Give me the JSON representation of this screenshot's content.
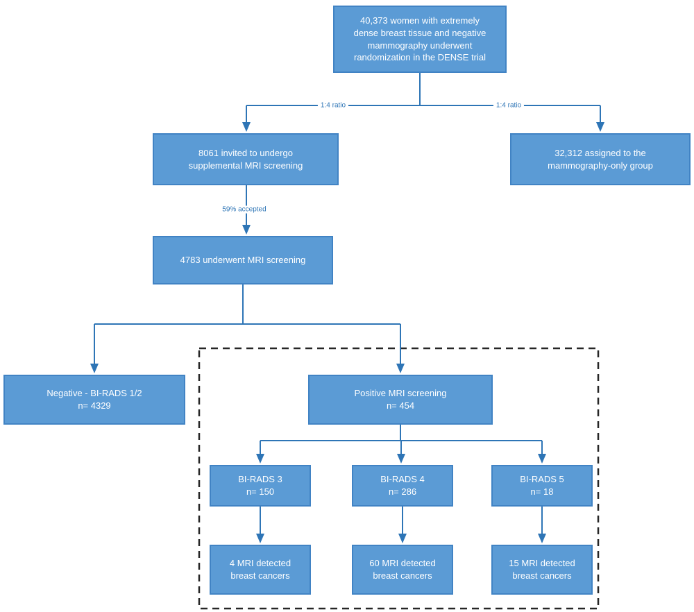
{
  "diagram": {
    "description": "DENSE trial participant flow diagram",
    "colors": {
      "background": "#ffffff",
      "box_fill": "#5b9bd5",
      "box_border": "#4183c4",
      "box_text": "#ffffff",
      "connector": "#2e75b6",
      "label_text": "#2e75b6",
      "dashed_box_border": "#262626"
    },
    "nodes": {
      "randomized": {
        "text": "40,373 women with extremely dense breast tissue and negative mammography underwent randomization in the DENSE trial"
      },
      "invited": {
        "text": "8061 invited to undergo supplemental MRI screening"
      },
      "mammography_only": {
        "text": "32,312 assigned to the mammography-only group"
      },
      "mri_screened": {
        "text": "4783 underwent MRI screening"
      },
      "negative": {
        "line1": "Negative - BI-RADS 1/2",
        "line2": "n= 4329"
      },
      "positive": {
        "line1": "Positive MRI screening",
        "line2": "n= 454"
      },
      "birads3": {
        "line1": "BI-RADS 3",
        "line2": "n= 150"
      },
      "birads4": {
        "line1": "BI-RADS 4",
        "line2": "n= 286"
      },
      "birads5": {
        "line1": "BI-RADS 5",
        "line2": "n= 18"
      },
      "cancers3": {
        "line1": "4 MRI detected",
        "line2": "breast cancers"
      },
      "cancers4": {
        "line1": "60 MRI detected",
        "line2": "breast cancers"
      },
      "cancers5": {
        "line1": "15 MRI detected",
        "line2": "breast cancers"
      }
    },
    "edge_labels": {
      "ratio_left": "1:4 ratio",
      "ratio_right": "1:4 ratio",
      "accepted": "59% accepted"
    }
  }
}
